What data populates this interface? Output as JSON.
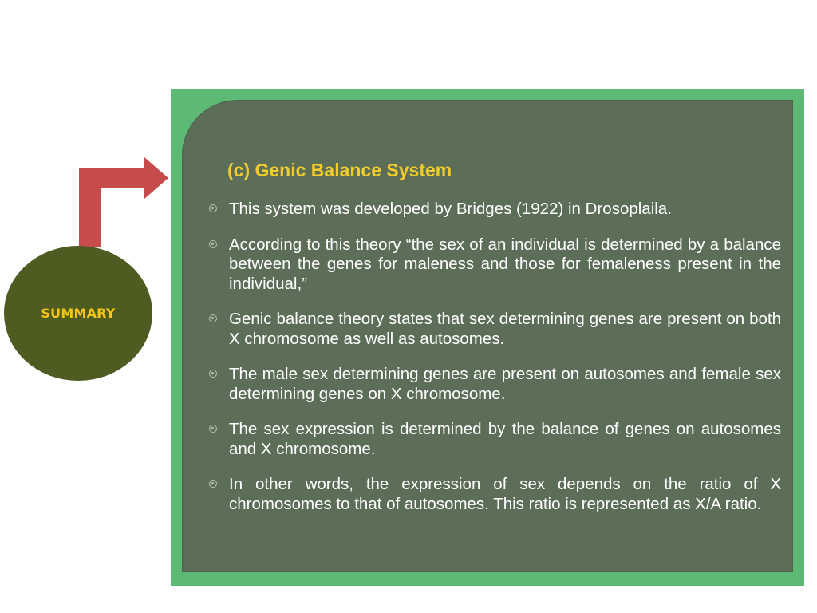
{
  "summary": {
    "label": "SUMMARY"
  },
  "slide": {
    "title": "(c) Genic Balance System",
    "bullets": [
      "This system was developed by Bridges  (1922) in Drosoplaila.",
      "According to this theory “the sex of an individual is determined by a balance between the genes for maleness and those for femaleness present in the individual,”",
      "Genic balance theory states that sex determining genes are present on both X chromosome as well as autosomes.",
      "The male sex determining genes are present on autosomes and female sex determining genes on X chromosome.",
      "The sex expression is determined by the balance of genes on autosomes and X chromosome.",
      " In other words, the expression of sex depends on the ratio of X chromosomes to that of autosomes. This ratio is represented as X/A ratio."
    ]
  },
  "colors": {
    "arrow": "#c64b4b",
    "summary_circle": "#4e5b21",
    "summary_text": "#f5c518",
    "frame": "#5dba74",
    "panel": "#5c6e58",
    "title": "#f2cc2a"
  },
  "icons": {
    "arrow": "elbow-arrow-icon",
    "bullet": "circle-bullet-icon"
  }
}
